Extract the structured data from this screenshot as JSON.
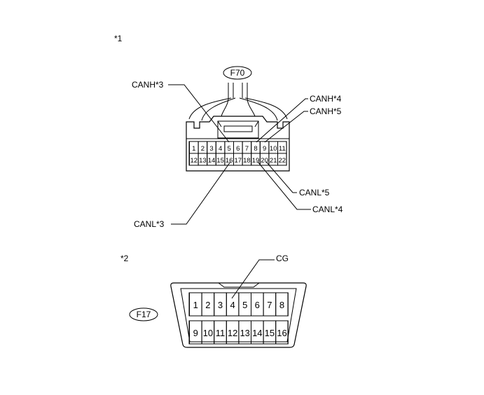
{
  "connector1": {
    "marker": "*1",
    "id": "F70",
    "labels": {
      "canh3": "CANH*3",
      "canh4": "CANH*4",
      "canh5": "CANH*5",
      "canl3": "CANL*3",
      "canl4": "CANL*4",
      "canl5": "CANL*5"
    },
    "pins_top": [
      "1",
      "2",
      "3",
      "4",
      "5",
      "6",
      "7",
      "8",
      "9",
      "10",
      "11"
    ],
    "pins_bottom": [
      "12",
      "13",
      "14",
      "15",
      "16",
      "17",
      "18",
      "19",
      "20",
      "21",
      "22"
    ]
  },
  "connector2": {
    "marker": "*2",
    "id": "F17",
    "labels": {
      "cg": "CG"
    },
    "pins_top": [
      "1",
      "2",
      "3",
      "4",
      "5",
      "6",
      "7",
      "8"
    ],
    "pins_bottom": [
      "9",
      "10",
      "11",
      "12",
      "13",
      "14",
      "15",
      "16"
    ]
  }
}
